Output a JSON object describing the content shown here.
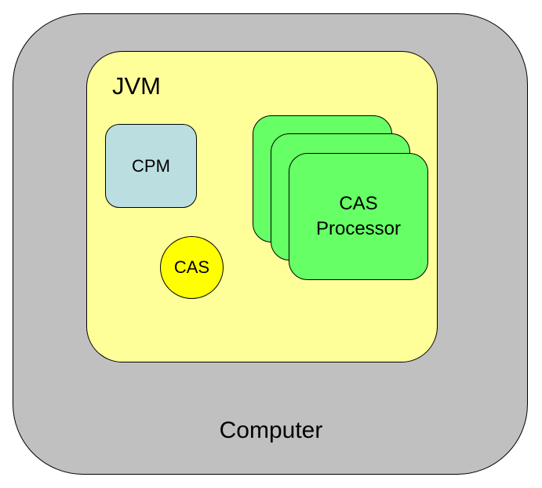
{
  "diagram": {
    "computer": {
      "label": "Computer",
      "color": "#c0c0c0"
    },
    "jvm": {
      "label": "JVM",
      "color": "#ffff99"
    },
    "cpm": {
      "label": "CPM",
      "color": "#bbdfe1"
    },
    "cas": {
      "label": "CAS",
      "color": "#ffff00"
    },
    "cas_processor": {
      "label_line1": "CAS",
      "label_line2": "Processor",
      "color": "#66ff66",
      "stack_count": 3
    }
  }
}
